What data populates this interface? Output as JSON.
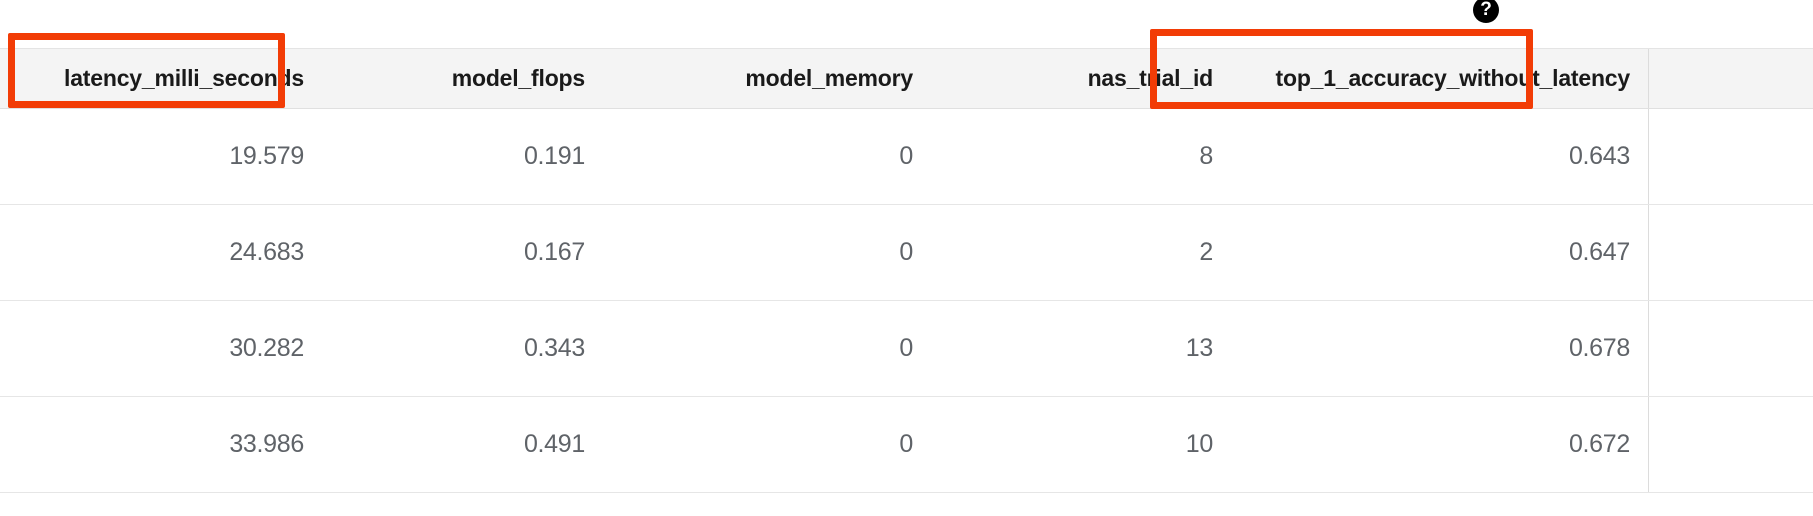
{
  "help": {
    "icon": "help-circle-icon",
    "glyph": "?"
  },
  "annotations": {
    "color": "#f23c06",
    "highlighted_columns": [
      "latency_milli_seconds",
      "top_1_accuracy_without_latency"
    ]
  },
  "table": {
    "columns": [
      "latency_milli_seconds",
      "model_flops",
      "model_memory",
      "nas_trial_id",
      "top_1_accuracy_without_latency",
      ""
    ],
    "rows": [
      {
        "latency_milli_seconds": "19.579",
        "model_flops": "0.191",
        "model_memory": "0",
        "nas_trial_id": "8",
        "top_1_accuracy_without_latency": "0.643",
        "spacer": ""
      },
      {
        "latency_milli_seconds": "24.683",
        "model_flops": "0.167",
        "model_memory": "0",
        "nas_trial_id": "2",
        "top_1_accuracy_without_latency": "0.647",
        "spacer": ""
      },
      {
        "latency_milli_seconds": "30.282",
        "model_flops": "0.343",
        "model_memory": "0",
        "nas_trial_id": "13",
        "top_1_accuracy_without_latency": "0.678",
        "spacer": ""
      },
      {
        "latency_milli_seconds": "33.986",
        "model_flops": "0.491",
        "model_memory": "0",
        "nas_trial_id": "10",
        "top_1_accuracy_without_latency": "0.672",
        "spacer": ""
      }
    ]
  }
}
